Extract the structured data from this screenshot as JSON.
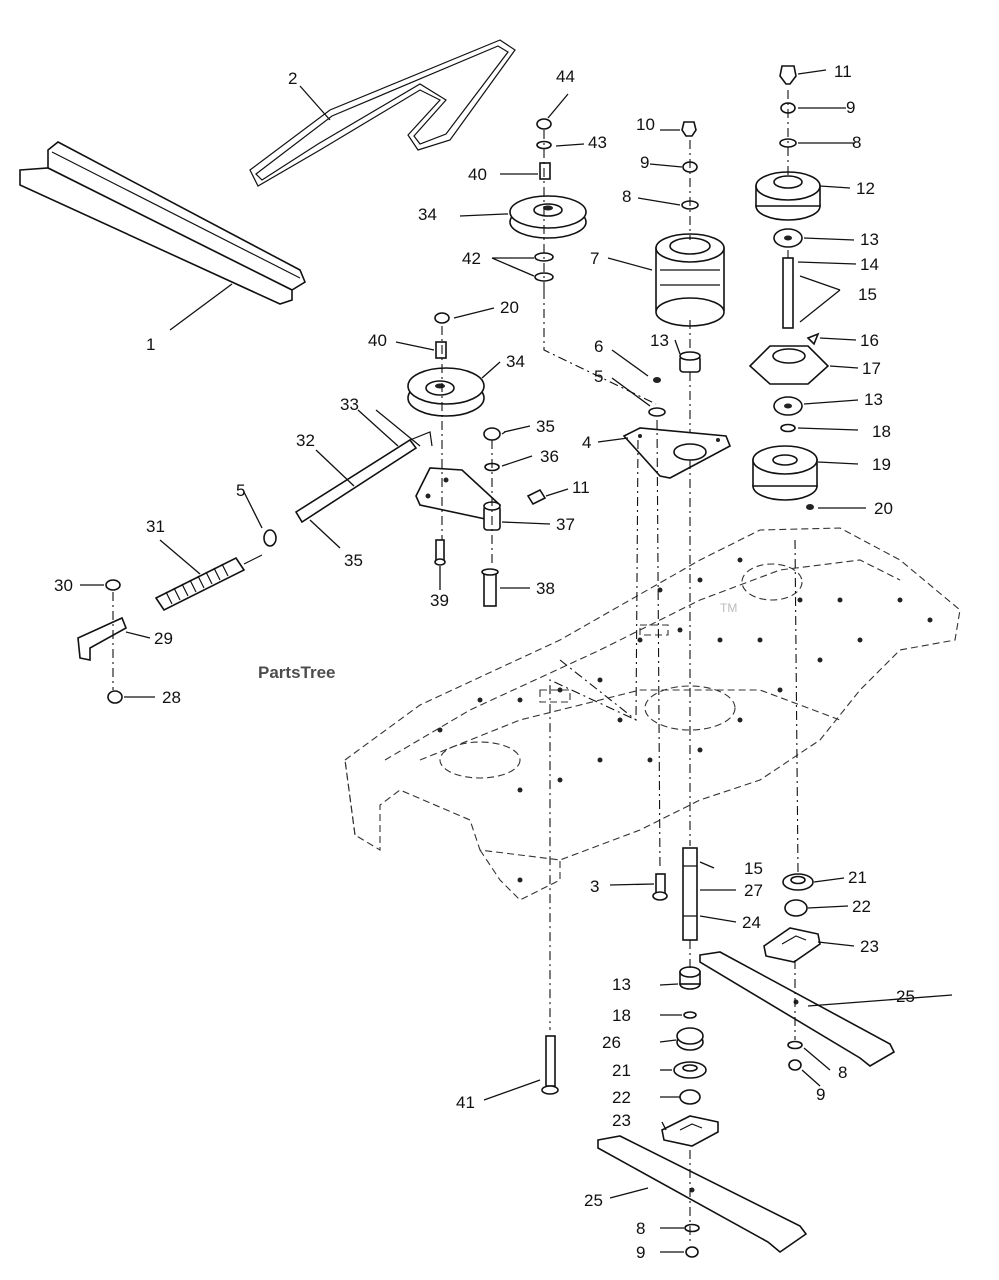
{
  "watermark": {
    "text": "PartsTree",
    "tm": "TM"
  },
  "labels": {
    "l1": "1",
    "l2": "2",
    "l3": "3",
    "l4": "4",
    "l5a": "5",
    "l5b": "5",
    "l6": "6",
    "l7": "7",
    "l8a": "8",
    "l8b": "8",
    "l8c": "8",
    "l8d": "8",
    "l9a": "9",
    "l9b": "9",
    "l9c": "9",
    "l9d": "9",
    "l10": "10",
    "l11a": "11",
    "l11b": "11",
    "l12": "12",
    "l13a": "13",
    "l13b": "13",
    "l13c": "13",
    "l13d": "13",
    "l14": "14",
    "l15a": "15",
    "l15b": "15",
    "l16": "16",
    "l17": "17",
    "l18a": "18",
    "l18b": "18",
    "l19": "19",
    "l20a": "20",
    "l20b": "20",
    "l21a": "21",
    "l21b": "21",
    "l22a": "22",
    "l22b": "22",
    "l23a": "23",
    "l23b": "23",
    "l24": "24",
    "l25a": "25",
    "l25b": "25",
    "l26": "26",
    "l27": "27",
    "l28": "28",
    "l29": "29",
    "l30": "30",
    "l31": "31",
    "l32": "32",
    "l33": "33",
    "l34a": "34",
    "l34b": "34",
    "l35a": "35",
    "l35b": "35",
    "l36": "36",
    "l37": "37",
    "l38": "38",
    "l39": "39",
    "l40a": "40",
    "l40b": "40",
    "l41": "41",
    "l42": "42",
    "l43": "43",
    "l44": "44"
  }
}
